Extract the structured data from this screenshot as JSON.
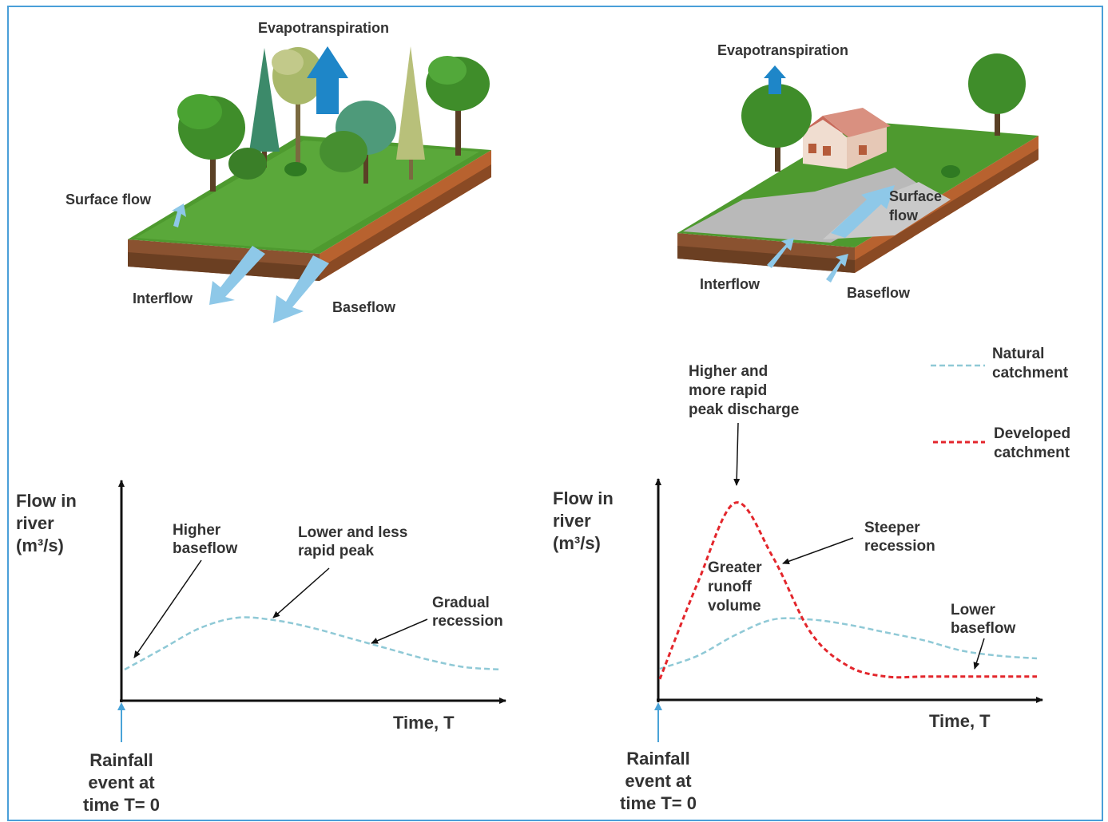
{
  "natural": {
    "evapotranspiration": "Evapotranspiration",
    "surface_flow": "Surface flow",
    "interflow": "Interflow",
    "baseflow": "Baseflow",
    "y_axis": [
      "Flow in",
      "river",
      "(m³/s)"
    ],
    "x_axis": "Time, T",
    "rainfall": [
      "Rainfall",
      "event at",
      "time T= 0"
    ],
    "annotations": {
      "higher_baseflow": [
        "Higher",
        "baseflow"
      ],
      "lower_peak": [
        "Lower and less",
        "rapid peak"
      ],
      "gradual_recession": [
        "Gradual",
        "recession"
      ]
    }
  },
  "developed": {
    "evapotranspiration": "Evapotranspiration",
    "surface_flow": [
      "Surface",
      "flow"
    ],
    "interflow": "Interflow",
    "baseflow": "Baseflow",
    "y_axis": [
      "Flow in",
      "river",
      "(m³/s)"
    ],
    "x_axis": "Time, T",
    "rainfall": [
      "Rainfall",
      "event at",
      "time T= 0"
    ],
    "annotations": {
      "higher_peak": [
        "Higher and",
        "more rapid",
        "peak discharge"
      ],
      "steeper_recession": [
        "Steeper",
        "recession"
      ],
      "greater_runoff": [
        "Greater",
        "runoff",
        "volume"
      ],
      "lower_baseflow": [
        "Lower",
        "baseflow"
      ]
    }
  },
  "legend": {
    "natural": [
      "Natural",
      "catchment"
    ],
    "developed": [
      "Developed",
      "catchment"
    ]
  },
  "colors": {
    "natural_line": "#8fc9d6",
    "developed_line": "#e3262c",
    "axis": "#111111",
    "label": "#333333",
    "blue_arrow": "#1e86c8",
    "light_arrow": "#8ec8e8",
    "grass": "#4e9a2f",
    "soil": "#8a5230",
    "foliage": "#3f8d2a",
    "border": "#4a9fd8"
  },
  "chart_data": [
    {
      "type": "line",
      "title": "",
      "xlabel": "Time, T",
      "ylabel": "Flow in river (m³/s)",
      "series": [
        {
          "name": "Natural catchment",
          "x": [
            0,
            1,
            2,
            3,
            4,
            5,
            6,
            7,
            8,
            9,
            10
          ],
          "y": [
            1.2,
            2.0,
            2.8,
            3.2,
            3.1,
            2.8,
            2.4,
            2.0,
            1.6,
            1.3,
            1.2
          ]
        }
      ]
    },
    {
      "type": "line",
      "title": "",
      "xlabel": "Time, T",
      "ylabel": "Flow in river (m³/s)",
      "series": [
        {
          "name": "Natural catchment",
          "x": [
            0,
            1,
            2,
            3,
            4,
            5,
            6,
            7,
            8,
            9,
            10
          ],
          "y": [
            1.2,
            1.7,
            2.5,
            3.1,
            3.1,
            2.9,
            2.6,
            2.3,
            1.9,
            1.7,
            1.6
          ]
        },
        {
          "name": "Developed catchment",
          "x": [
            0,
            1,
            2,
            3,
            4,
            5,
            6,
            7,
            8,
            9,
            10
          ],
          "y": [
            0.8,
            4.5,
            7.6,
            5.5,
            2.6,
            1.3,
            0.9,
            0.9,
            0.9,
            0.9,
            0.9
          ]
        }
      ]
    }
  ]
}
